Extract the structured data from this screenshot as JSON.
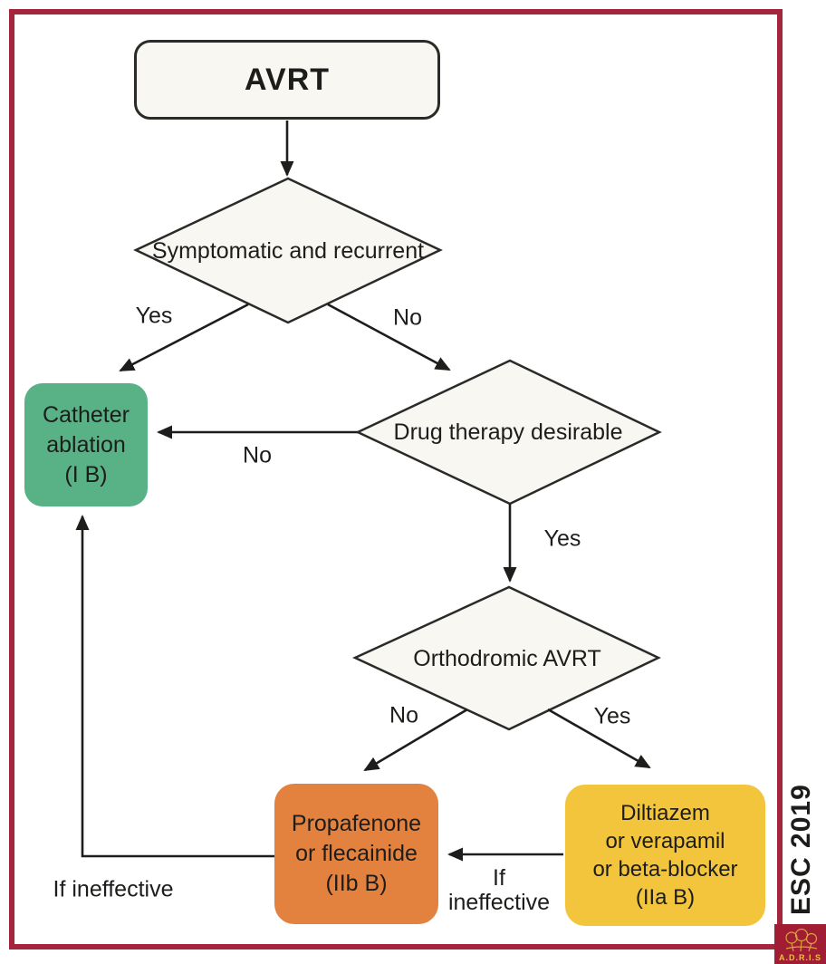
{
  "nodes": {
    "start": {
      "label": "AVRT"
    },
    "symptomatic": {
      "lines": [
        "Symptomatic and",
        "recurrent"
      ]
    },
    "drug_therapy": {
      "lines": [
        "Drug therapy",
        "desirable"
      ]
    },
    "orthodromic": {
      "lines": [
        "Orthodromic",
        "AVRT"
      ]
    },
    "catheter": {
      "lines": [
        "Catheter",
        "ablation",
        "(I B)"
      ]
    },
    "propafenone": {
      "lines": [
        "Propafenone",
        "or flecainide",
        "(IIb B)"
      ]
    },
    "diltiazem": {
      "lines": [
        "Diltiazem",
        "or verapamil",
        "or beta-blocker",
        "(IIa B)"
      ]
    }
  },
  "edge_labels": {
    "symptomatic_yes": "Yes",
    "symptomatic_no": "No",
    "drug_therapy_no": "No",
    "drug_therapy_yes": "Yes",
    "orthodromic_no": "No",
    "orthodromic_yes": "Yes",
    "if_ineffective_left": "If ineffective",
    "if_ineffective_mid": [
      "If",
      "ineffective"
    ]
  },
  "footer": {
    "esc_label": "ESC 2019",
    "logo_text": "A.D.R.I.S"
  },
  "colors": {
    "frame_border": "#a4263c",
    "catheter_green": "#58b286",
    "propafenone_orange": "#e3823f",
    "diltiazem_yellow": "#f3c53d",
    "node_fill": "#f8f7f2",
    "line_ink": "#1d1d1b",
    "logo_background": "#a01d33",
    "logo_gold": "#f0c23c"
  }
}
